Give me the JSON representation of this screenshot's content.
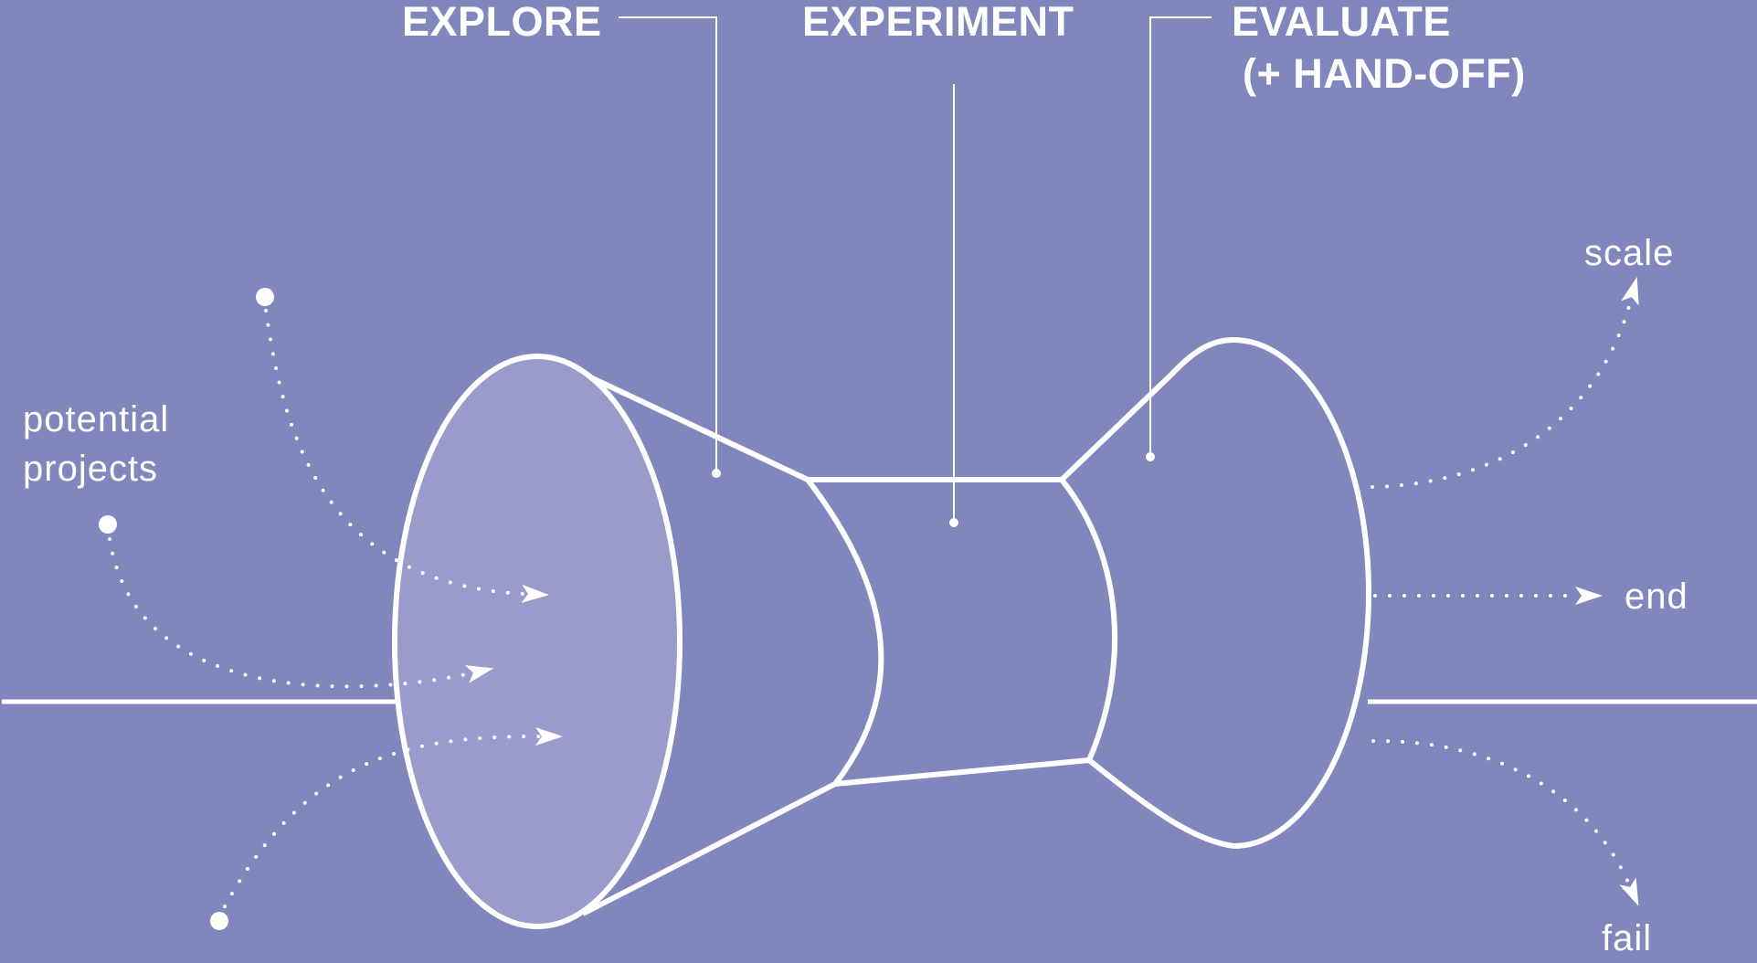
{
  "stages": {
    "explore": "EXPLORE",
    "experiment": "EXPERIMENT",
    "evaluate_line1": "EVALUATE",
    "evaluate_line2": "(+ HAND-OFF)"
  },
  "inputs": {
    "line1": "potential",
    "line2": "projects"
  },
  "outcomes": {
    "scale": "scale",
    "end": "end",
    "fail": "fail"
  },
  "colors": {
    "background": "#8187bd",
    "stroke": "#ffffff",
    "mouth_fill": "#9a9bcb"
  }
}
